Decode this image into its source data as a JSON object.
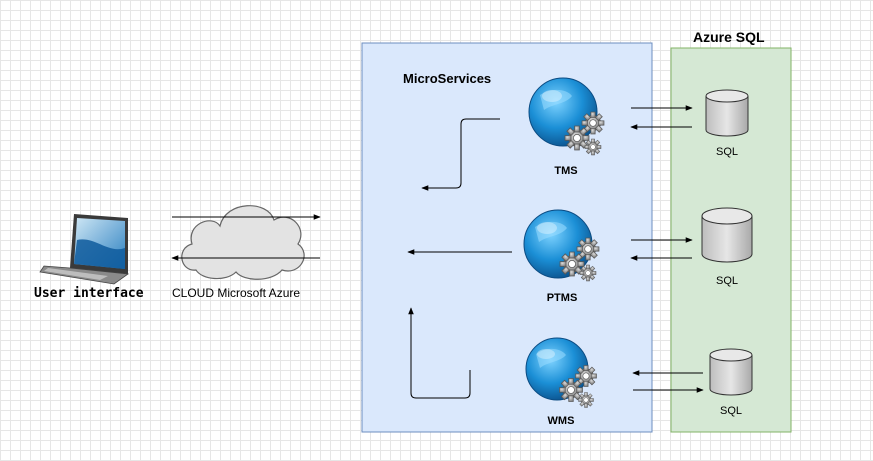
{
  "user_interface": {
    "label": "User interface"
  },
  "cloud": {
    "label": "CLOUD  Microsoft Azure"
  },
  "microservices": {
    "title": "MicroServices",
    "services": [
      {
        "label": "TMS"
      },
      {
        "label": "PTMS"
      },
      {
        "label": "WMS"
      }
    ]
  },
  "azure_sql": {
    "title": "Azure SQL",
    "databases": [
      {
        "label": "SQL"
      },
      {
        "label": "SQL"
      },
      {
        "label": "SQL"
      }
    ]
  },
  "colors": {
    "microservices_fill": "#dae8fc",
    "microservices_stroke": "#6c8ebf",
    "azure_sql_fill": "#d5e8d4",
    "azure_sql_stroke": "#82b366",
    "globe": "#1b8fd6",
    "gear": "#8c8c8c",
    "cloud_fill": "#e3e3e3",
    "database_fill": "#d9d9d9"
  }
}
